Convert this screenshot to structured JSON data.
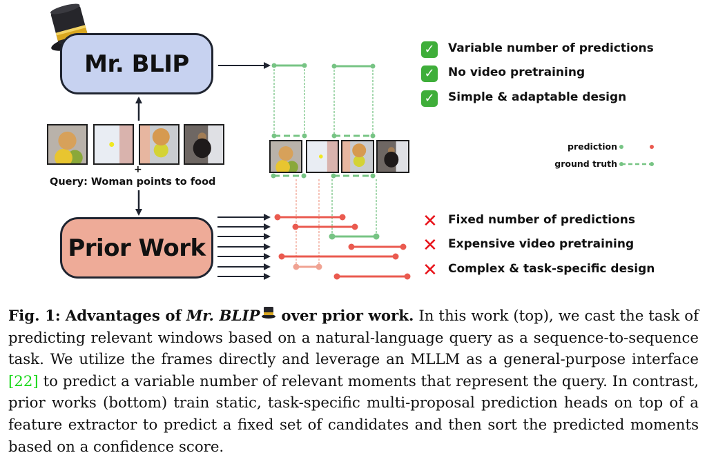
{
  "figure": {
    "top_model": {
      "label": "Mr. BLIP",
      "hat_icon": "top-hat-icon"
    },
    "bottom_model": {
      "label": "Prior Work"
    },
    "input": {
      "frames": [
        "frame-food-plate",
        "frame-cup-finger",
        "frame-finger-pointing-food",
        "frame-woman-room"
      ],
      "plus": "+",
      "query": "Query: Woman points to food"
    },
    "advantages": [
      {
        "icon": "check-icon",
        "text": "Variable number of predictions"
      },
      {
        "icon": "check-icon",
        "text": "No video pretraining"
      },
      {
        "icon": "check-icon",
        "text": "Simple & adaptable design"
      }
    ],
    "disadvantages": [
      {
        "icon": "cross-icon",
        "text": "Fixed number of predictions"
      },
      {
        "icon": "cross-icon",
        "text": "Expensive video pretraining"
      },
      {
        "icon": "cross-icon",
        "text": "Complex & task-specific design"
      }
    ],
    "legend": {
      "prediction": "prediction",
      "ground_truth": "ground truth"
    },
    "colors": {
      "mr_blip_box": "#c7d2f0",
      "prior_work_box": "#eeab98",
      "ground_truth": "#77c484",
      "prediction": "#ea5a4f",
      "check": "#3fae3a",
      "cross": "#e8141b",
      "citation": "#19d719"
    }
  },
  "caption": {
    "label": "Fig. 1:",
    "title_pre": "Advantages of",
    "title_model": "Mr. BLIP",
    "title_post": "over prior work.",
    "text_1": "In this work (top), we cast the task of predicting relevant windows based on a natural-language query as a sequence-to-sequence task. We utilize the frames directly and leverage an MLLM as a general-purpose interface",
    "citation": "[22]",
    "text_2": "to predict a variable number of relevant moments that represent the query. In contrast, prior works (bottom) train static, task-specific multi-proposal prediction heads on top of a feature extractor to predict a fixed set of candidates and then sort the predicted moments based on a confidence score."
  }
}
